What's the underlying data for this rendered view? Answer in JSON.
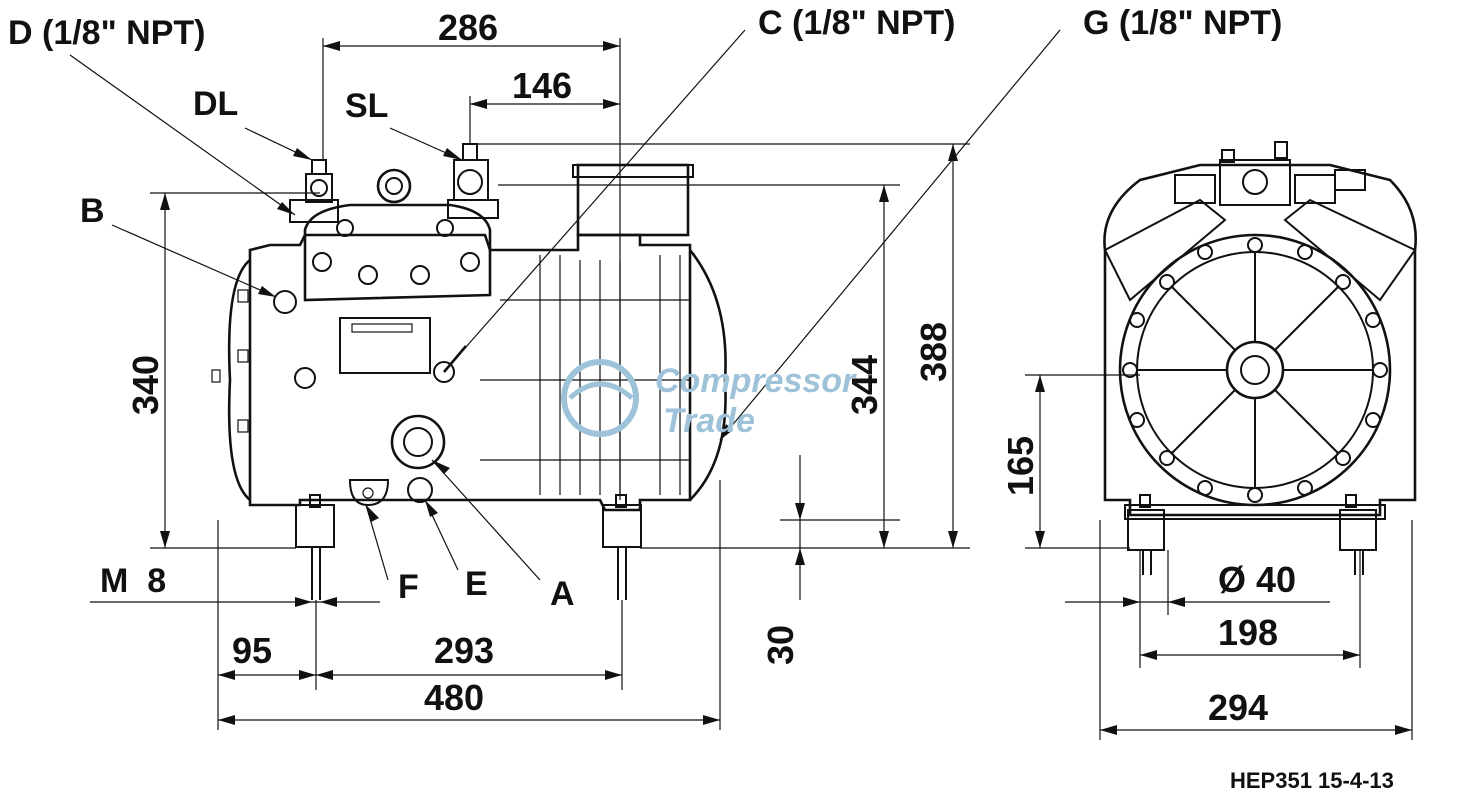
{
  "drawing": {
    "code": "HEP351 15-4-13",
    "watermark": {
      "line1": "Compressor",
      "line2": "Trade",
      "color": "#9ec3d9"
    },
    "callouts": {
      "d": "D (1/8\" NPT)",
      "c": "C (1/8\" NPT)",
      "g": "G (1/8\" NPT)",
      "dl": "DL",
      "sl": "SL",
      "b": "B",
      "f": "F",
      "e": "E",
      "a": "A",
      "m8": "M  8"
    },
    "dimensions": {
      "d286": "286",
      "d146": "146",
      "d340": "340",
      "d344": "344",
      "d388": "388",
      "d95": "95",
      "d293": "293",
      "d480": "480",
      "d30": "30",
      "d165": "165",
      "d40": "Ø 40",
      "d198": "198",
      "d294": "294"
    }
  }
}
